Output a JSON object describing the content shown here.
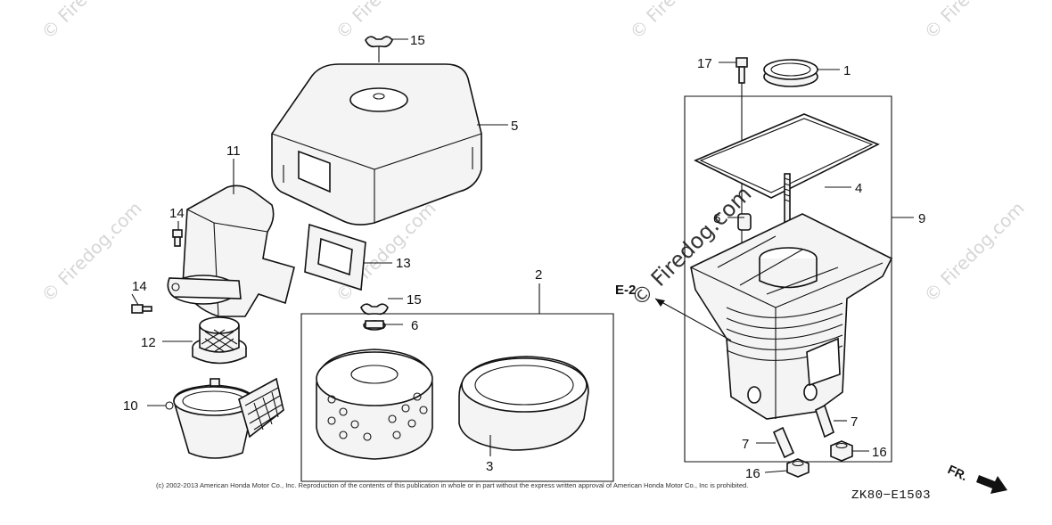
{
  "watermark": {
    "text": "© Firedog.com"
  },
  "callouts": {
    "c1": "1",
    "c2": "2",
    "c3": "3",
    "c4": "4",
    "c5": "5",
    "c6a": "6",
    "c6b": "6",
    "c7a": "7",
    "c7b": "7",
    "c9": "9",
    "c10": "10",
    "c11": "11",
    "c12": "12",
    "c13": "13",
    "c14a": "14",
    "c14b": "14",
    "c15a": "15",
    "c15b": "15",
    "c16a": "16",
    "c16b": "16",
    "c17": "17"
  },
  "reference": {
    "label": "E-2"
  },
  "direction": {
    "label": "FR."
  },
  "footer": {
    "copyright": "(c) 2002-2013 American Honda Motor Co., Inc. Reproduction of the contents of this publication in whole or in part without the express written approval of American Honda Motor Co., Inc is prohibited.",
    "diagram_code": "ZK80−E1503"
  }
}
